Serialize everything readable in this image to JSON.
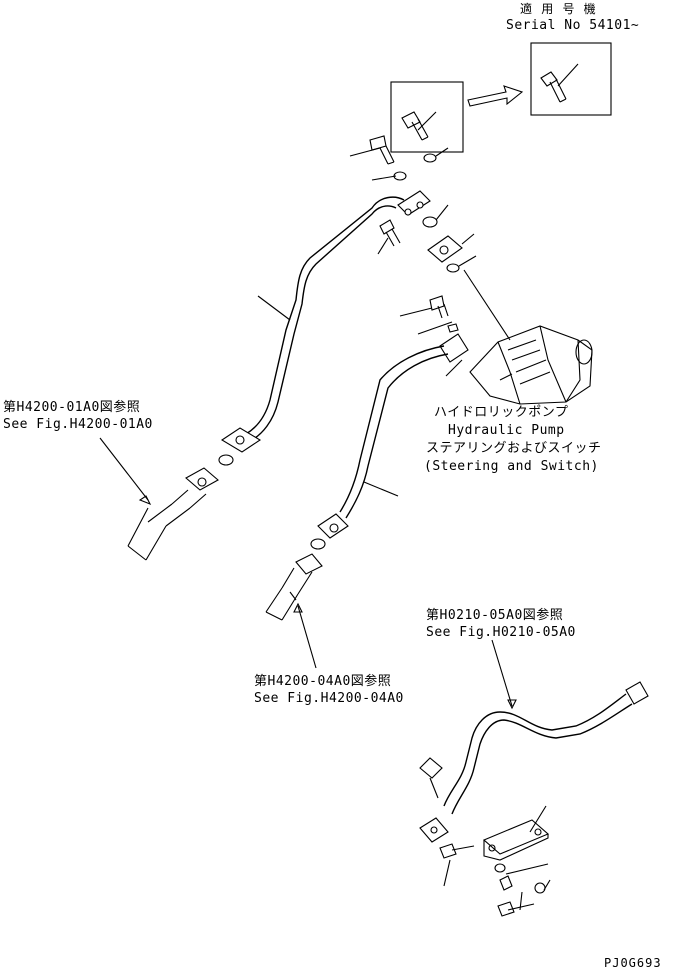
{
  "serial": {
    "applicable_label": "適 用 号 機",
    "serial_text": "Serial No 54101~"
  },
  "pump_label": {
    "ja_line1": "ハイドロリックポンプ",
    "en_line1": "Hydraulic Pump",
    "ja_line2": "ステアリングおよびスイッチ",
    "en_line2": "(Steering and Switch)"
  },
  "refs": {
    "ref_01a": {
      "ja": "第H4200-01A0図参照",
      "en": "See Fig.H4200-01A0"
    },
    "ref_04a": {
      "ja": "第H4200-04A0図参照",
      "en": "See Fig.H4200-04A0"
    },
    "ref_05a": {
      "ja": "第H0210-05A0図参照",
      "en": "See Fig.H0210-05A0"
    }
  },
  "drawing_code": "PJ0G693"
}
